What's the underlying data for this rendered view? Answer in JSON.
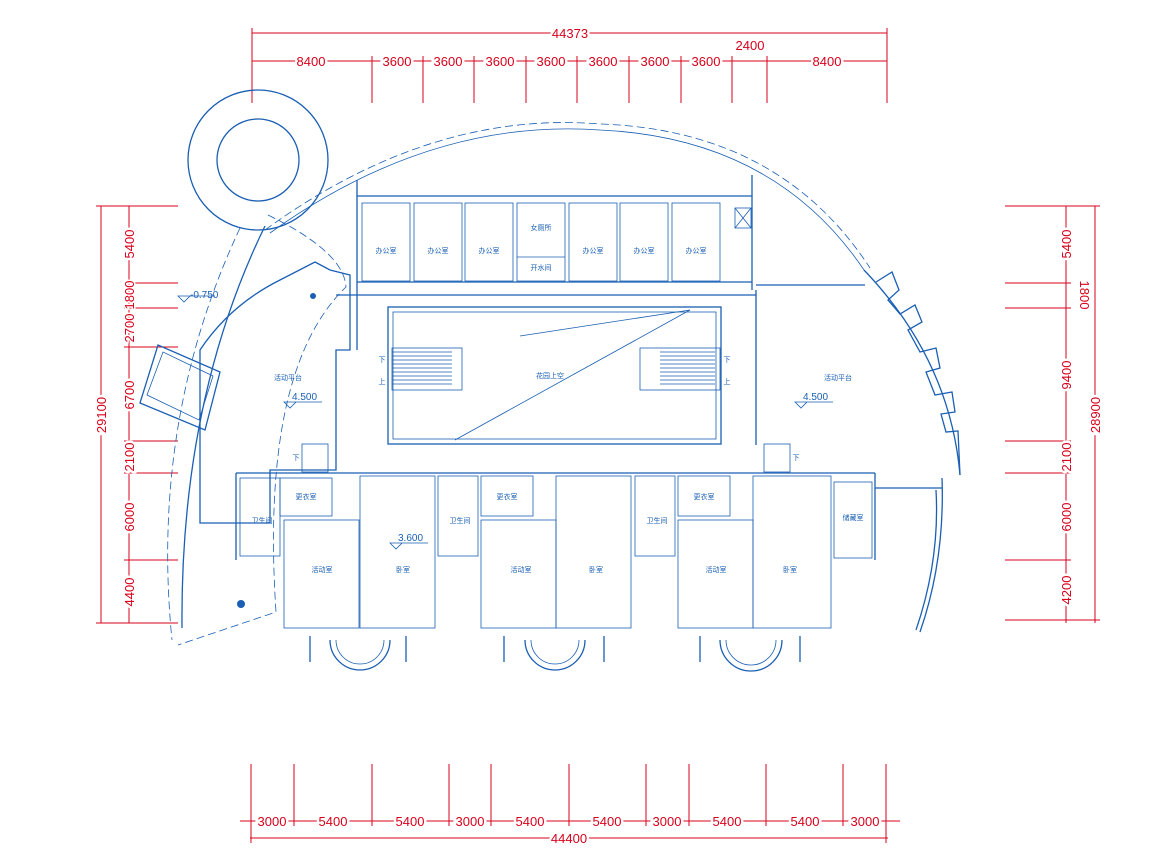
{
  "colors": {
    "dimension": "#d9001b",
    "wall": "#1a5fb4",
    "background": "#ffffff"
  },
  "top_dims": {
    "total": "44373",
    "offset": "2400",
    "segments": [
      "8400",
      "3600",
      "3600",
      "3600",
      "3600",
      "3600",
      "3600",
      "3600",
      "8400"
    ]
  },
  "bottom_dims": {
    "total": "44400",
    "segments": [
      "3000",
      "5400",
      "5400",
      "3000",
      "5400",
      "5400",
      "3000",
      "5400",
      "5400",
      "3000"
    ]
  },
  "left_dims": {
    "total": "29100",
    "segments": [
      "5400",
      "2700",
      "1800",
      "6700",
      "2100",
      "6000",
      "4400"
    ]
  },
  "right_dims": {
    "total": "28900",
    "segments": [
      "5400",
      "1800",
      "9400",
      "2100",
      "6000",
      "4200"
    ]
  },
  "rooms": {
    "office": "办公室",
    "toilet_top": "女厕所",
    "water_room": "开水间",
    "garden_void": "花园上空",
    "activity_platform_left": "活动平台",
    "activity_platform_right": "活动平台",
    "activity_room": "活动室",
    "bedroom": "卧室",
    "toilet": "卫生间",
    "changing_room": "更衣室",
    "storage": "储藏室",
    "stair_down": "下",
    "stair_up": "上"
  },
  "elevations": {
    "ground_left": "-0.750",
    "platform": "4.500",
    "floor": "3.600"
  }
}
